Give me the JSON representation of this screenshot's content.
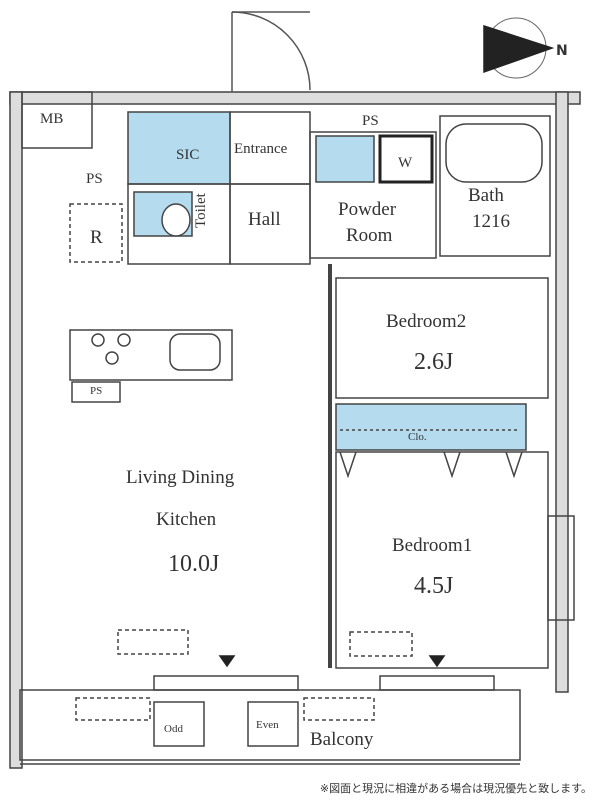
{
  "compass": {
    "label": "N"
  },
  "rooms": {
    "mb": "MB",
    "ps_top": "PS",
    "ps_left": "PS",
    "ps_kitchen": "PS",
    "sic": "SIC",
    "entrance": "Entrance",
    "w": "W",
    "toilet": "Toilet",
    "hall": "Hall",
    "powder_room_1": "Powder",
    "powder_room_2": "Room",
    "bath_1": "Bath",
    "bath_2": "1216",
    "r": "R",
    "bedroom2_name": "Bedroom2",
    "bedroom2_size": "2.6J",
    "closet": "Clo.",
    "ldk_1": "Living Dining",
    "ldk_2": "Kitchen",
    "ldk_size": "10.0J",
    "bedroom1_name": "Bedroom1",
    "bedroom1_size": "4.5J",
    "balcony": "Balcony",
    "odd": "Odd",
    "even": "Even"
  },
  "note": "※図面と現況に相違がある場合は現況優先と致します。",
  "colors": {
    "wall": "#555555",
    "line": "#444444",
    "wet": "#b4dcee"
  }
}
